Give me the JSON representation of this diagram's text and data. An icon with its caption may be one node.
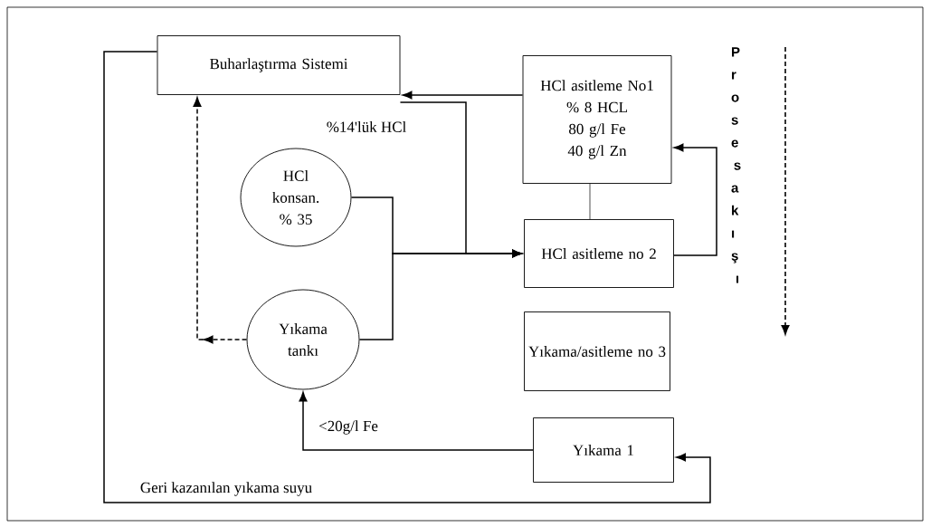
{
  "diagram": {
    "nodes": [
      {
        "text": [
          "Buharlaştırma Sistemi"
        ]
      },
      {
        "text": [
          "HCl asitleme No1",
          "% 8 HCL",
          "80 g/l Fe",
          "40 g/l Zn"
        ]
      },
      {
        "text": [
          "HCl konsan. % 35"
        ]
      },
      {
        "text": [
          "Yıkama tankı"
        ]
      },
      {
        "text": [
          "HCl asitleme no 2"
        ]
      },
      {
        "text": [
          "Yıkama/asitleme no 3"
        ]
      },
      {
        "text": [
          "Yıkama 1"
        ]
      }
    ],
    "edges": [
      {
        "from": 1,
        "to": 0,
        "arrow": "to"
      },
      {
        "from": 0,
        "to": 4,
        "arrow": "to",
        "label": "%14'lük HCl"
      },
      {
        "from": 2,
        "to": 4,
        "arrow": "to"
      },
      {
        "from": 3,
        "to": 4,
        "arrow": "to"
      },
      {
        "from": 1,
        "to": 4,
        "arrow": "none"
      },
      {
        "from": 4,
        "to": 1,
        "arrow": "to"
      },
      {
        "from": 3,
        "to": 0,
        "arrow": "to",
        "style": "dashed"
      },
      {
        "from": 6,
        "to": 3,
        "arrow": "to",
        "label": "<20g/l Fe"
      },
      {
        "from": 0,
        "to": 6,
        "arrow": "to",
        "label": "Geri kazanılan yıkama suyu"
      }
    ],
    "labels": [
      "Proses akışı"
    ]
  }
}
